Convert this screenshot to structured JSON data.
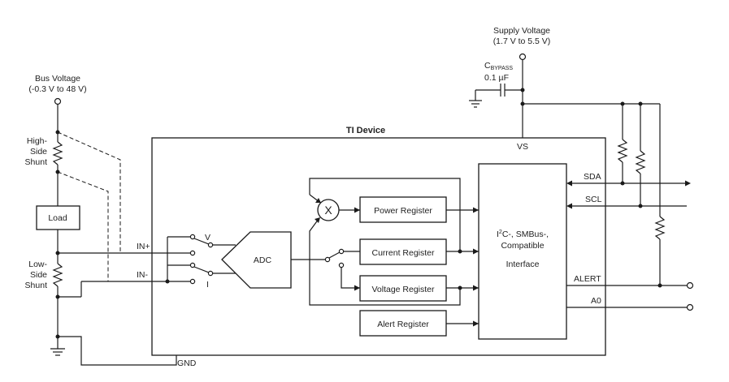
{
  "supply_voltage": {
    "title": "Supply Voltage",
    "range": "(1.7 V to 5.5 V)"
  },
  "bus_voltage": {
    "title": "Bus Voltage",
    "range": "(-0.3 V to 48 V)"
  },
  "bypass_cap": {
    "name": "C",
    "subscript": "BYPASS",
    "value": "0.1 µF"
  },
  "high_side_shunt": [
    "High-",
    "Side",
    "Shunt"
  ],
  "low_side_shunt": [
    "Low-",
    "Side",
    "Shunt"
  ],
  "load": "Load",
  "device_title": "TI Device",
  "pins": {
    "vs": "VS",
    "in_plus": "IN+",
    "in_minus": "IN-",
    "gnd": "GND",
    "sda": "SDA",
    "scl": "SCL",
    "alert": "ALERT",
    "a0": "A0"
  },
  "mux": {
    "v": "V",
    "i": "I"
  },
  "adc": "ADC",
  "multiplier": "X",
  "registers": {
    "power": "Power Register",
    "current": "Current Register",
    "voltage": "Voltage Register",
    "alert": "Alert Register"
  },
  "interface": {
    "line1_prefix": "I",
    "line1_sup": "2",
    "line1_rest": "C-, SMBus-,",
    "line2": "Compatible",
    "line3": "Interface"
  }
}
